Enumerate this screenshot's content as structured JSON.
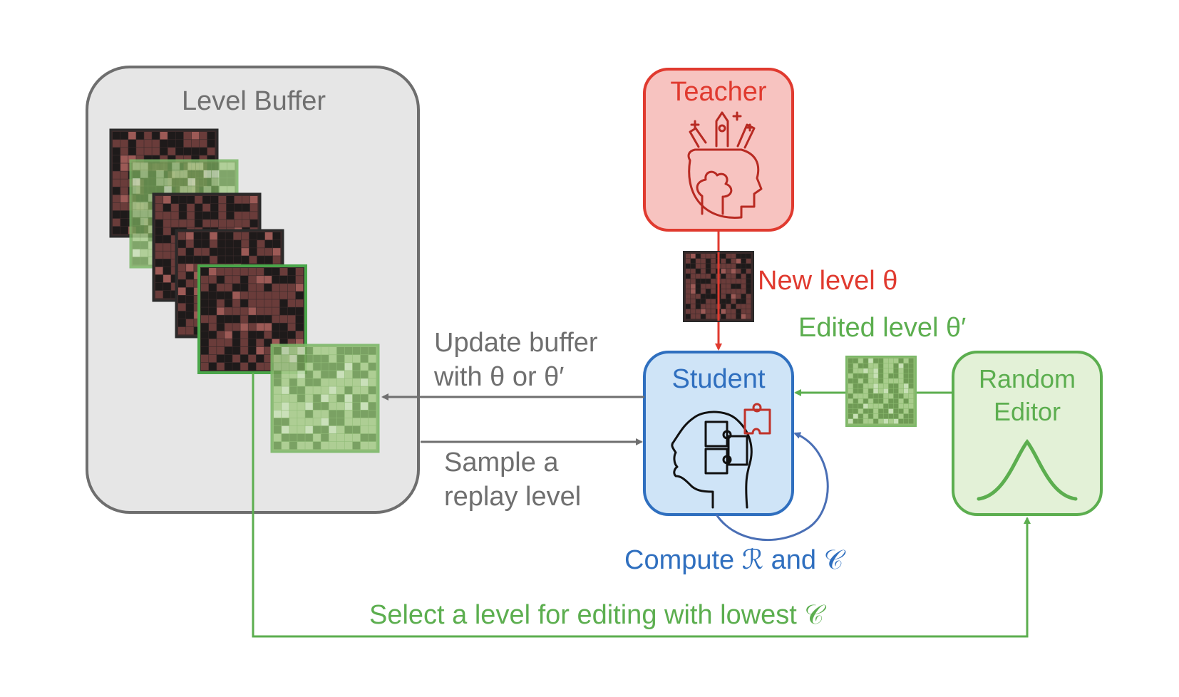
{
  "level_buffer": {
    "title": "Level Buffer"
  },
  "teacher": {
    "title": "Teacher"
  },
  "student": {
    "title": "Student"
  },
  "editor": {
    "title_line1": "Random",
    "title_line2": "Editor"
  },
  "labels": {
    "new_level": "New level θ",
    "edited_level": "Edited level θ′",
    "update_line1": "Update buffer",
    "update_line2": "with θ or θ′",
    "sample_line1": "Sample a",
    "sample_line2": "replay level",
    "compute": "Compute ℛ and 𝒞",
    "select": "Select a level for editing with lowest 𝒞"
  },
  "colors": {
    "teacher": "#e03a2f",
    "teacher_fill": "#f7c3c0",
    "student": "#2f6fbf",
    "student_fill": "#cfe4f7",
    "editor": "#5cae4f",
    "editor_fill": "#e3f1d7",
    "buffer_fill": "#e6e6e6",
    "buffer_stroke": "#6e6e6e",
    "grey_text": "#6f6f6f"
  }
}
